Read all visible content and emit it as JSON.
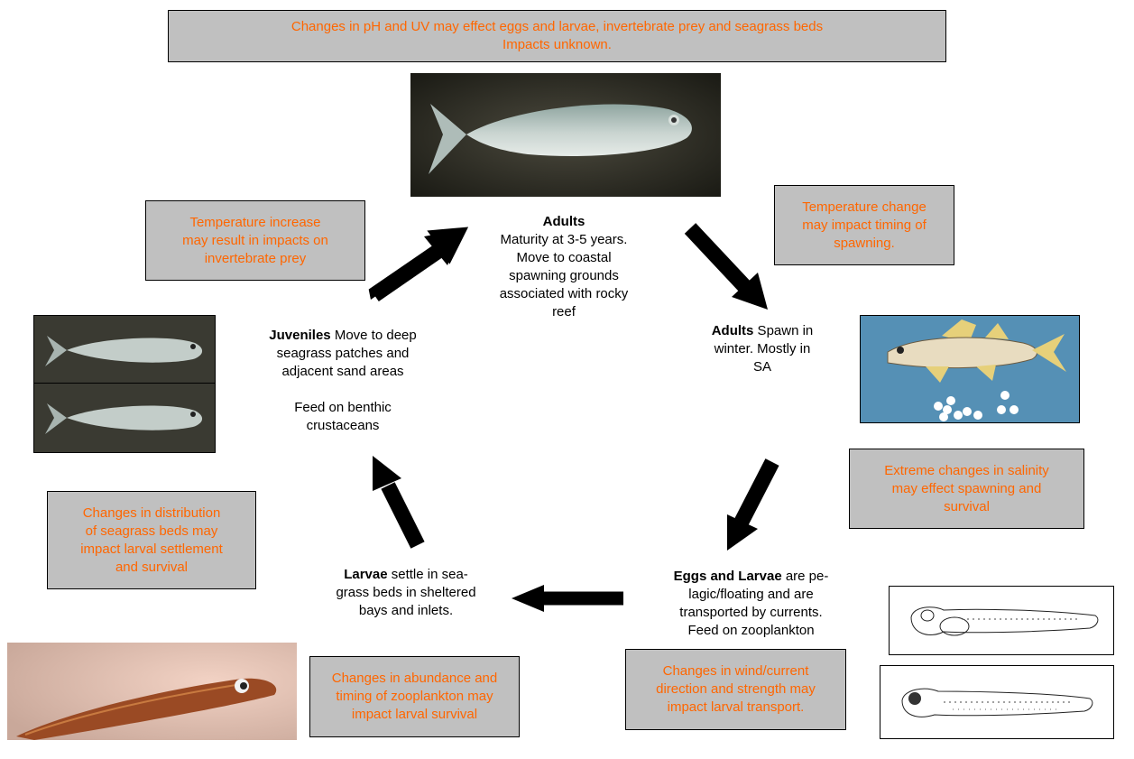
{
  "impact_boxes": {
    "ph_uv": [
      "Changes in pH and UV may effect eggs and larvae, invertebrate prey and seagrass beds",
      "Impacts unknown."
    ],
    "temp_prey": [
      "Temperature increase",
      "may result in impacts on",
      "invertebrate prey"
    ],
    "temp_spawning": [
      "Temperature change",
      "may impact timing of",
      "spawning."
    ],
    "salinity": [
      "Extreme changes in salinity",
      "may effect spawning and",
      "survival"
    ],
    "seagrass": [
      "Changes in distribution",
      "of seagrass beds may",
      "impact larval settlement",
      "and  survival"
    ],
    "zooplankton": [
      "Changes in abundance and",
      "timing of zooplankton may",
      "impact larval survival"
    ],
    "wind_current": [
      "Changes in wind/current",
      "direction and strength may",
      "impact larval transport."
    ]
  },
  "stages": {
    "adults_maturity": {
      "title": "Adults",
      "lines": [
        "Maturity at 3-5 years.",
        "Move to coastal",
        "spawning grounds",
        "associated with rocky",
        "reef"
      ]
    },
    "adults_spawn": {
      "title": "Adults",
      "lines": [
        " Spawn in",
        "winter.  Mostly in",
        "SA"
      ]
    },
    "eggs_larvae": {
      "title": "Eggs and Larvae",
      "lines": [
        " are pe-",
        "lagic/floating and are",
        "transported by currents.",
        "Feed on zooplankton"
      ]
    },
    "larvae": {
      "title": "Larvae",
      "lines": [
        " settle in sea-",
        "grass beds in sheltered",
        "bays and inlets."
      ]
    },
    "juveniles": {
      "title": "Juveniles",
      "lines": [
        "  Move to deep",
        "seagrass patches and",
        "adjacent sand areas",
        "",
        "Feed on benthic",
        "crustaceans"
      ]
    }
  },
  "colors": {
    "impact_text": "#ff6600",
    "box_fill": "#c0c0c0",
    "arrow": "#000000"
  }
}
